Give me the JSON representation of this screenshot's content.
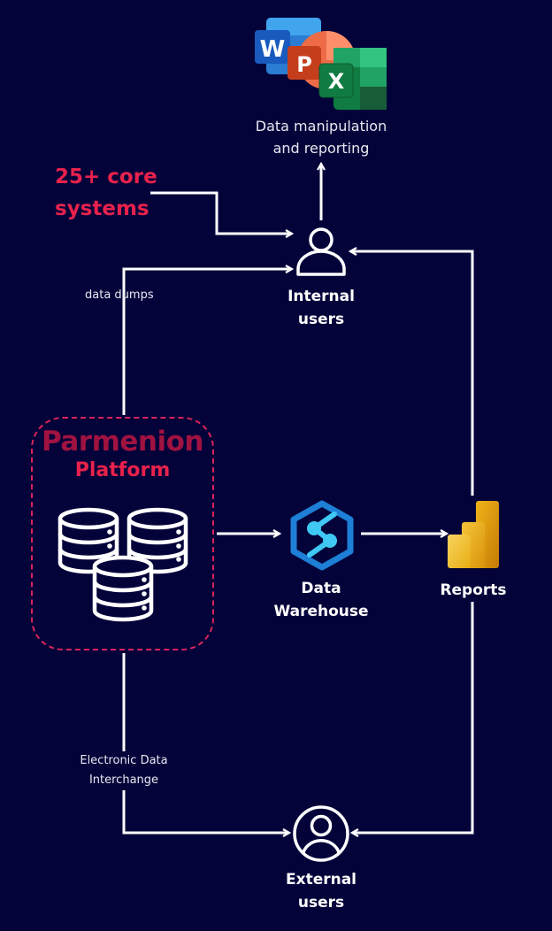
{
  "colors": {
    "background": "#03033a",
    "line": "#ffffff",
    "accent_red": "#e8224c",
    "dashed_border": "#d8245a"
  },
  "office_group": {
    "icons": [
      "word-icon",
      "powerpoint-icon",
      "excel-icon"
    ],
    "letters": {
      "word": "W",
      "powerpoint": "P",
      "excel": "X"
    },
    "caption_line1": "Data manipulation",
    "caption_line2": "and reporting"
  },
  "core_systems": {
    "line1": "25+ core",
    "line2": "systems"
  },
  "internal_users": {
    "icon": "user-icon",
    "line1": "Internal",
    "line2": "users"
  },
  "edge_labels": {
    "data_dumps": "data dumps",
    "edi_line1": "Electronic Data",
    "edi_line2": "Interchange"
  },
  "platform": {
    "brand": "Parmenion",
    "title": "Platform",
    "icon": "database-cluster-icon"
  },
  "data_warehouse": {
    "icon": "synapse-hexagon-icon",
    "line1": "Data",
    "line2": "Warehouse"
  },
  "reports": {
    "icon": "power-bi-icon",
    "label": "Reports"
  },
  "external_users": {
    "icon": "user-circle-icon",
    "line1": "External",
    "line2": "users"
  }
}
